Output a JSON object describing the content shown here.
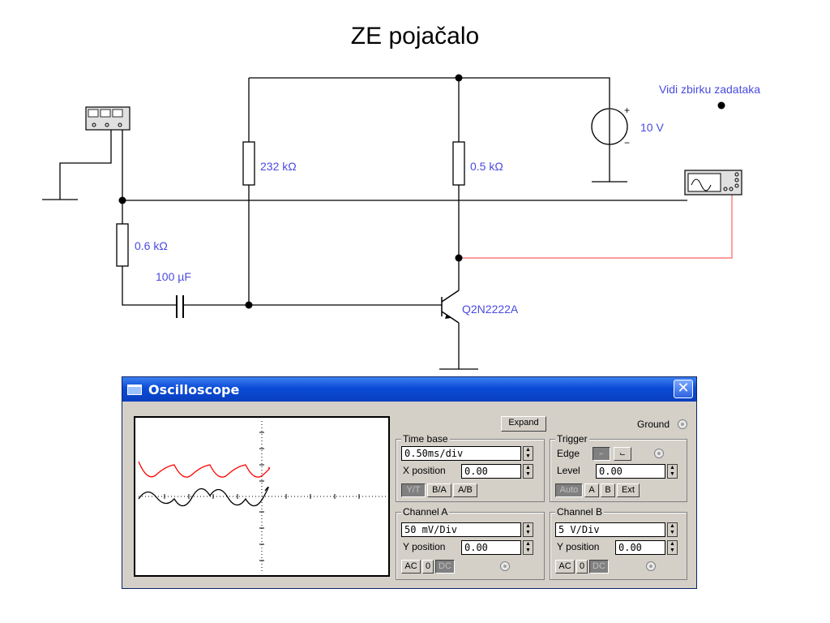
{
  "page": {
    "title": "ZE pojačalo"
  },
  "circuit": {
    "r1_label": "232 kΩ",
    "r2_label": "0.5 kΩ",
    "r3_label": "0.6 kΩ",
    "cap_label": "100 µF",
    "vsrc_label": "10 V",
    "transistor_label": "Q2N2222A",
    "note": "Vidi zbirku zadataka",
    "plus": "+",
    "minus": "−"
  },
  "window": {
    "title": "Oscilloscope",
    "close_symbol": "✕"
  },
  "controls": {
    "expand": "Expand",
    "ground": "Ground",
    "time_base": {
      "label": "Time base",
      "value": "0.50ms/div",
      "xpos_label": "X position",
      "xpos_value": "0.00",
      "mode_buttons": [
        "Y/T",
        "B/A",
        "A/B"
      ]
    },
    "trigger": {
      "label": "Trigger",
      "edge_label": "Edge",
      "level_label": "Level",
      "level_value": "0.00",
      "source_buttons": [
        "Auto",
        "A",
        "B",
        "Ext"
      ]
    },
    "channel_a": {
      "label": "Channel A",
      "value": "50 mV/Div",
      "ypos_label": "Y position",
      "ypos_value": "0.00",
      "coupling": [
        "AC",
        "0",
        "DC"
      ]
    },
    "channel_b": {
      "label": "Channel B",
      "value": "5  V/Div",
      "ypos_label": "Y position",
      "ypos_value": "0.00",
      "coupling": [
        "AC",
        "0",
        "DC"
      ]
    }
  },
  "colors": {
    "label_blue": "#4a4ae0",
    "trace_a": "#000000",
    "trace_b": "#ff0000",
    "wire_scope": "#ff6060"
  }
}
